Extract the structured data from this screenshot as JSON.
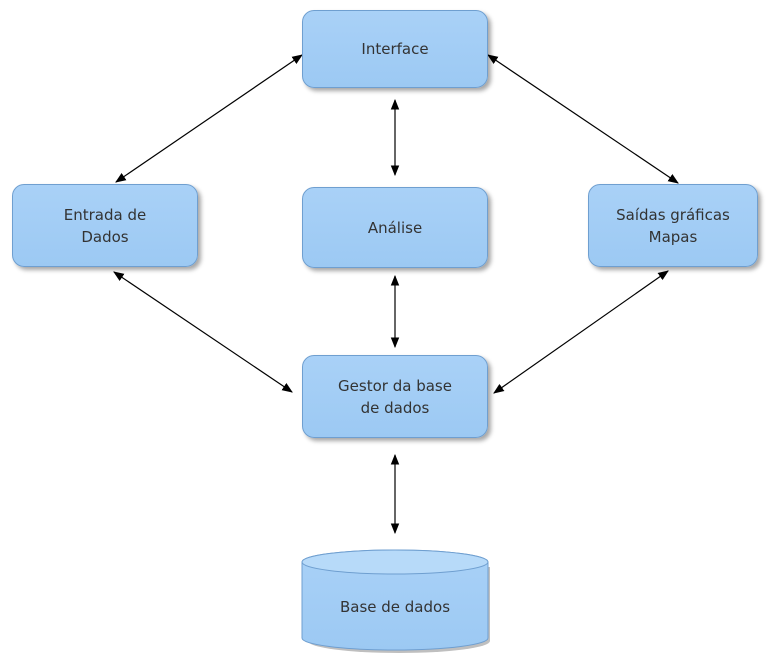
{
  "nodes": {
    "interface": {
      "lines": [
        "Interface"
      ]
    },
    "entrada": {
      "lines": [
        "Entrada de",
        "Dados"
      ]
    },
    "analise": {
      "lines": [
        "Análise"
      ]
    },
    "saidas": {
      "lines": [
        "Saídas gráficas",
        "Mapas"
      ]
    },
    "gestor": {
      "lines": [
        "Gestor da base",
        "de dados"
      ]
    },
    "base": {
      "label": "Base de dados"
    }
  },
  "edges": [
    {
      "from": "interface",
      "to": "entrada",
      "direction": "both"
    },
    {
      "from": "interface",
      "to": "analise",
      "direction": "both"
    },
    {
      "from": "interface",
      "to": "saidas",
      "direction": "both"
    },
    {
      "from": "entrada",
      "to": "gestor",
      "direction": "both"
    },
    {
      "from": "analise",
      "to": "gestor",
      "direction": "both"
    },
    {
      "from": "saidas",
      "to": "gestor",
      "direction": "both"
    },
    {
      "from": "gestor",
      "to": "base",
      "direction": "both"
    }
  ],
  "colors": {
    "node_fill": "#a9d1f7",
    "node_border": "#6f9fd0",
    "text": "#333333",
    "arrow": "#000000"
  }
}
